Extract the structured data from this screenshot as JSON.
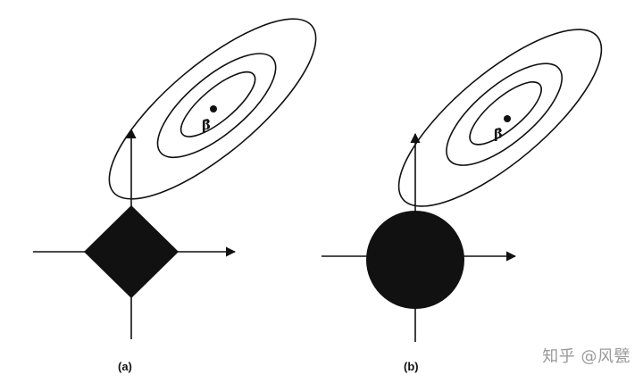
{
  "panels": [
    {
      "label": "(a)",
      "estimate_label": "β̂",
      "constraint_shape": "diamond"
    },
    {
      "label": "(b)",
      "estimate_label": "β̂",
      "constraint_shape": "disk"
    }
  ],
  "watermark": "知乎 @风甓",
  "colors": {
    "ink": "#111111",
    "background": "#ffffff",
    "watermark": "#9a9a9a"
  }
}
